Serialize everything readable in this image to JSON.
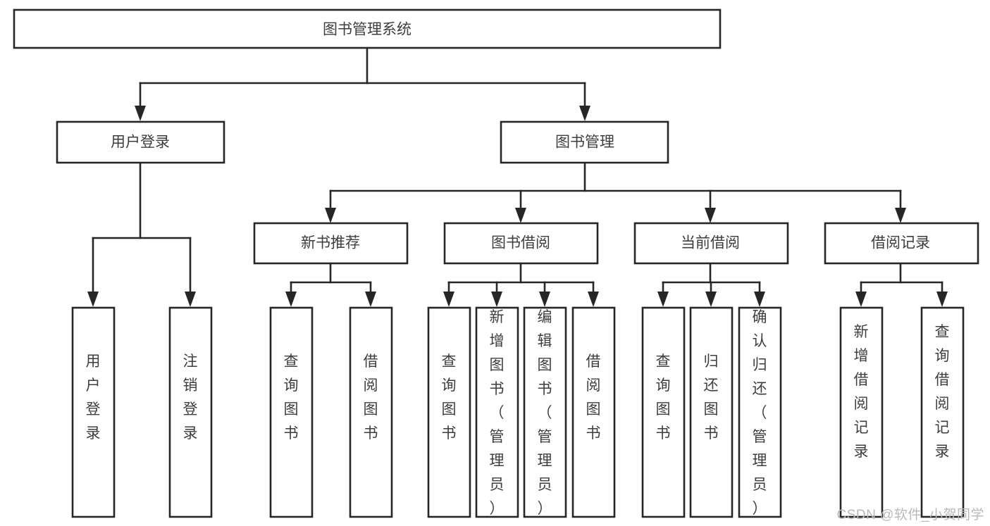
{
  "diagram": {
    "type": "hierarchy-tree",
    "title": "图书管理系统",
    "orientation": "top-down",
    "root": {
      "id": "root",
      "label": "图书管理系统"
    },
    "level2": [
      {
        "id": "user-login",
        "label": "用户登录"
      },
      {
        "id": "book-management",
        "label": "图书管理"
      }
    ],
    "level3": [
      {
        "id": "new-book-recommend",
        "label": "新书推荐",
        "parent": "book-management"
      },
      {
        "id": "book-borrow",
        "label": "图书借阅",
        "parent": "book-management"
      },
      {
        "id": "current-borrow",
        "label": "当前借阅",
        "parent": "book-management"
      },
      {
        "id": "borrow-record",
        "label": "借阅记录",
        "parent": "book-management"
      }
    ],
    "leaves": [
      {
        "id": "leaf-user-login",
        "label": "用户登录",
        "parent": "user-login"
      },
      {
        "id": "leaf-logout",
        "label": "注销登录",
        "parent": "user-login"
      },
      {
        "id": "leaf-query-book-1",
        "label": "查询图书",
        "parent": "new-book-recommend"
      },
      {
        "id": "leaf-borrow-book-1",
        "label": "借阅图书",
        "parent": "new-book-recommend"
      },
      {
        "id": "leaf-query-book-2",
        "label": "查询图书",
        "parent": "book-borrow"
      },
      {
        "id": "leaf-add-book",
        "label": "新增图书（管理员）",
        "parent": "book-borrow"
      },
      {
        "id": "leaf-edit-book",
        "label": "编辑图书（管理员）",
        "parent": "book-borrow"
      },
      {
        "id": "leaf-borrow-book-2",
        "label": "借阅图书",
        "parent": "book-borrow"
      },
      {
        "id": "leaf-query-book-3",
        "label": "查询图书",
        "parent": "current-borrow"
      },
      {
        "id": "leaf-return-book",
        "label": "归还图书",
        "parent": "current-borrow"
      },
      {
        "id": "leaf-confirm-return",
        "label": "确认归还（管理员）",
        "parent": "current-borrow"
      },
      {
        "id": "leaf-add-record",
        "label": "新增借阅记录",
        "parent": "borrow-record"
      },
      {
        "id": "leaf-query-record",
        "label": "查询借阅记录",
        "parent": "borrow-record"
      }
    ]
  },
  "watermark": {
    "text": "CSDN @软件_小贺同学"
  },
  "colors": {
    "stroke": "#262626",
    "box_fill": "#ffffff",
    "text": "#3d3d3d",
    "background": "#ffffff",
    "watermark": "#b9b9b9"
  }
}
